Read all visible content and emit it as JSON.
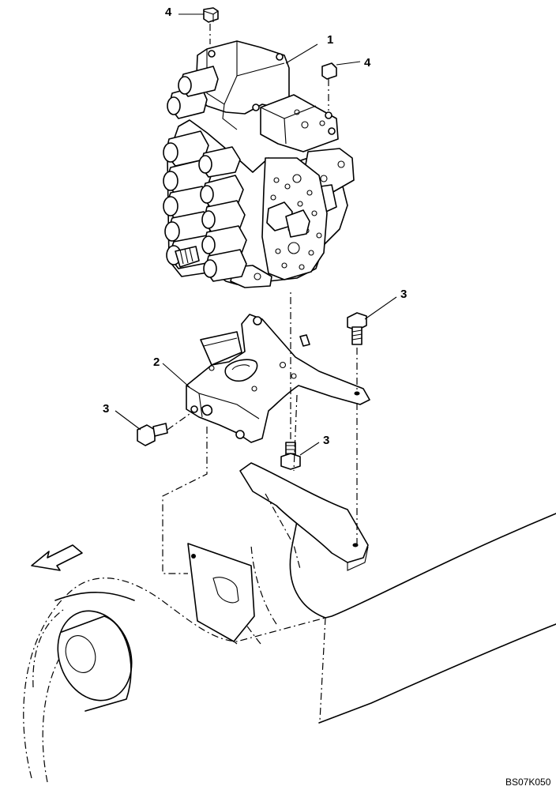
{
  "callouts": [
    {
      "id": "valve",
      "label": "1"
    },
    {
      "id": "bracket",
      "label": "2"
    },
    {
      "id": "bolt-left",
      "label": "3"
    },
    {
      "id": "bolt-top-right",
      "label": "3"
    },
    {
      "id": "bolt-lower",
      "label": "3"
    },
    {
      "id": "bolt-top-left",
      "label": "4"
    },
    {
      "id": "bolt-valve-right",
      "label": "4"
    }
  ],
  "drawing_code": "BS07K050",
  "icons": {
    "direction": "front-direction-arrow-icon"
  }
}
